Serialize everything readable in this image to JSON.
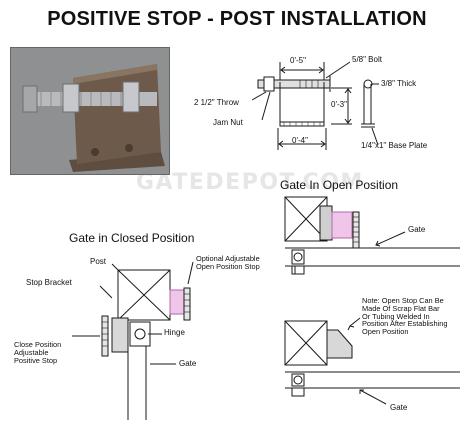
{
  "title": "POSITIVE STOP - POST INSTALLATION",
  "watermark": "GATEDEPOT.COM",
  "dimensions": {
    "d_05": "0'-5\"",
    "bolt": "5/8\" Bolt",
    "throw": "2 1/2\" Throw",
    "d_03": "0'-3\"",
    "thick": "3/8\" Thick",
    "jam_nut": "Jam Nut",
    "d_04": "0'-4\"",
    "base_plate": "1/4\"x1\" Base Plate"
  },
  "open_view": {
    "heading": "Gate In Open Position",
    "gate": "Gate",
    "note": "Note: Open Stop Can Be\nMade Of Scrap Flat Bar\nOr Tubing Welded In\nPosition After Establishing\nOpen Position",
    "gate2": "Gate"
  },
  "closed_view": {
    "heading": "Gate in Closed Position",
    "post": "Post",
    "optional_stop": "Optional Adjustable\nOpen Position Stop",
    "stop_bracket": "Stop Bracket",
    "close_stop": "Close Position\nAdjustable\nPositive Stop",
    "hinge": "Hinge",
    "gate": "Gate"
  },
  "colors": {
    "line": "#1a1a1a",
    "fill_gray": "#bfbfbf",
    "stop_pink": "#e39ad9",
    "photo_bg": "#8a8a8c",
    "metal": "#6e5a4a"
  }
}
